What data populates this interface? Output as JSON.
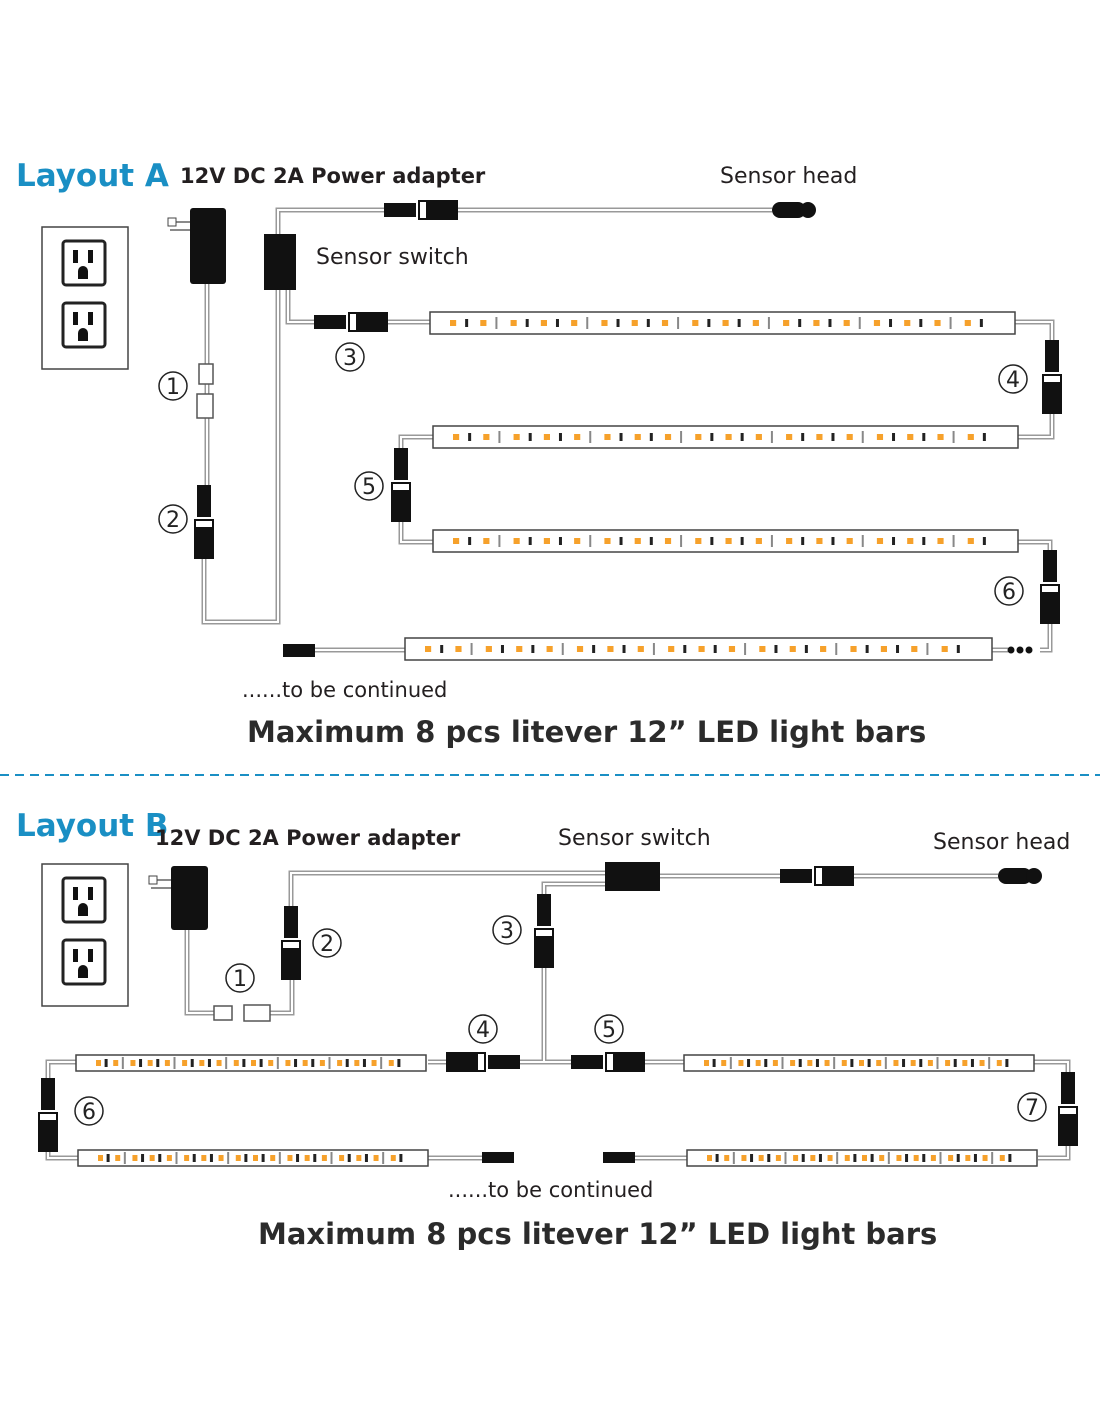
{
  "colors": {
    "accent": "#1a8fc4",
    "led": "#f6a12b",
    "wire": "#999999",
    "connector": "#111111"
  },
  "layout_a": {
    "title": "Layout A",
    "power_adapter": "12V DC 2A Power adapter",
    "sensor_head": "Sensor head",
    "sensor_switch": "Sensor switch",
    "markers": [
      "1",
      "2",
      "3",
      "4",
      "5",
      "6"
    ],
    "continued": "......to be continued",
    "caption": "Maximum 8 pcs litever 12” LED light bars"
  },
  "layout_b": {
    "title": "Layout B",
    "power_adapter": "12V DC 2A Power adapter",
    "sensor_switch": "Sensor switch",
    "sensor_head": "Sensor head",
    "markers": [
      "1",
      "2",
      "3",
      "4",
      "5",
      "6",
      "7"
    ],
    "continued": "......to be continued",
    "caption": "Maximum 8 pcs litever 12” LED light bars"
  },
  "icons": [
    "wall-outlet-icon",
    "power-adapter-icon",
    "sensor-head-icon",
    "sensor-switch-icon",
    "connector-icon",
    "led-light-bar-icon"
  ]
}
